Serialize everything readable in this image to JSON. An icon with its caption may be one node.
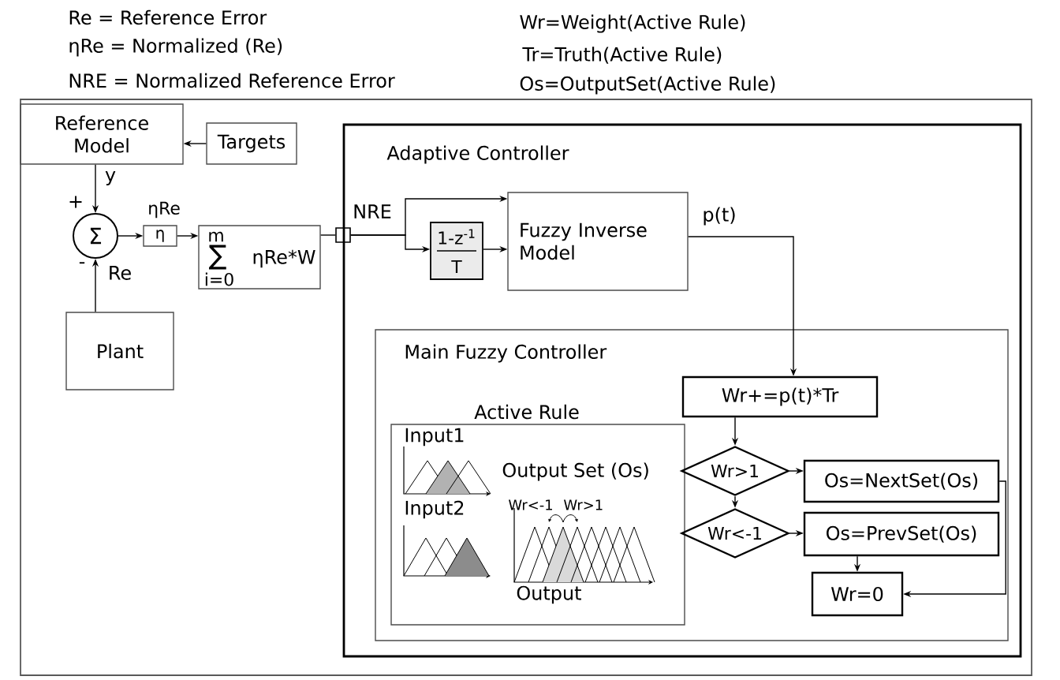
{
  "diagram": {
    "nodes": [
      {
        "text": [],
        "shape": "box"
      },
      {
        "text": [
          "Reference Model"
        ],
        "in": 0
      },
      {
        "text": [
          "Targets"
        ],
        "in": 0
      },
      {
        "text": [
          "Σ"
        ],
        "in": 0
      },
      {
        "text": [
          "η"
        ],
        "beside": [
          "ηRe"
        ],
        "in": 0
      },
      {
        "text": [
          "m",
          "∑",
          "i=0",
          "ηRe*W"
        ],
        "in": 0
      },
      {
        "text": [
          "Plant"
        ],
        "in": 0
      },
      {
        "text": [],
        "shape": "box",
        "in": 0
      },
      {
        "text": [
          "Adaptive Controller"
        ],
        "in": 0
      },
      {
        "text": [
          "1-z$^{-1}$",
          "T"
        ],
        "in": 8
      },
      {
        "text": [
          "Fuzzy Inverse Model"
        ],
        "in": 8
      },
      {
        "text": [
          "Main Fuzzy Controller"
        ],
        "in": 8
      },
      {
        "text": [
          "Wr+=p(t)*Tr"
        ],
        "in": 11
      },
      {
        "text": [
          "Active Rule",
          "Input1",
          "Input2",
          "Output Set (Os)",
          "Wr<-1",
          "Wr>1",
          "Output"
        ],
        "in": 11
      },
      {
        "text": [
          "Wr>1"
        ],
        "in": 11
      },
      {
        "text": [
          "Os=NextSet(Os)"
        ],
        "in": 11
      },
      {
        "text": [
          "Wr<-1"
        ],
        "in": 11
      },
      {
        "text": [
          "Os=PrevSet(Os)"
        ],
        "in": 11
      },
      {
        "text": [
          "Wr=0"
        ],
        "in": 11
      }
    ],
    "edges": [
      {
        "from": 2,
        "to": 1,
        "arrow": "to"
      },
      {
        "from": 1,
        "to": 3,
        "arrow": "to",
        "label": "y"
      },
      {
        "from": 6,
        "to": 3,
        "arrow": "to",
        "label": "Re"
      },
      {
        "from": 3,
        "to": 4,
        "arrow": "to"
      },
      {
        "from": 4,
        "to": 5,
        "arrow": "to"
      },
      {
        "from": 5,
        "to": 7,
        "arrow": "none"
      },
      {
        "from": 7,
        "to": 10,
        "arrow": "to",
        "label": "NRE"
      },
      {
        "from": 7,
        "to": 9,
        "arrow": "to"
      },
      {
        "from": 9,
        "to": 10,
        "arrow": "to"
      },
      {
        "from": 10,
        "to": 12,
        "arrow": "to",
        "label": "p(t)"
      },
      {
        "from": 12,
        "to": 14,
        "arrow": "to"
      },
      {
        "from": 14,
        "to": 15,
        "arrow": "to"
      },
      {
        "from": 14,
        "to": 16,
        "arrow": "to"
      },
      {
        "from": 16,
        "to": 17,
        "arrow": "to"
      },
      {
        "from": 17,
        "to": 18,
        "arrow": "to"
      },
      {
        "from": 15,
        "to": 18,
        "arrow": "to"
      }
    ],
    "labels": [
      "Re = Reference Error",
      "ηRe = Normalized (Re)",
      "NRE = Normalized Reference Error",
      "Wr=Weight(Active Rule)",
      "Tr=Truth(Active Rule)",
      "Os=OutputSet(Active Rule)",
      "+",
      "-"
    ]
  }
}
